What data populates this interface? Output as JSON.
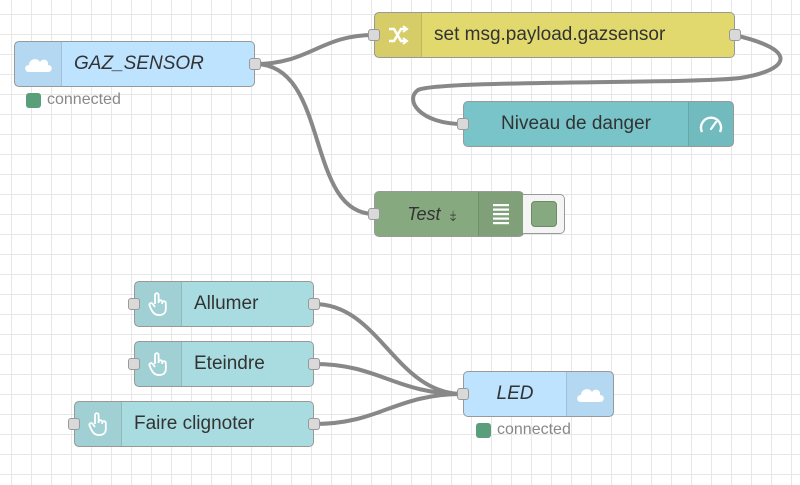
{
  "colors": {
    "azure": "#bee3ff",
    "function": "#e2d96e",
    "dashboard": "#78c4c9",
    "debug": "#87a980",
    "inject": "#a9dce0",
    "wire": "#888888",
    "status_ok": "#5a9e7c"
  },
  "nodes": {
    "gaz_sensor": {
      "label": "GAZ_SENSOR",
      "icon": "cloud-icon",
      "status": "connected"
    },
    "change": {
      "label": "set msg.payload.gazsensor",
      "icon": "shuffle-icon"
    },
    "gauge": {
      "label": "Niveau de danger",
      "icon": "gauge-icon"
    },
    "debug": {
      "label": "Test",
      "icon": "list-icon",
      "sub_icon": "debug-arrow-icon"
    },
    "allumer": {
      "label": "Allumer",
      "icon": "hand-pointer-icon"
    },
    "eteindre": {
      "label": "Eteindre",
      "icon": "hand-pointer-icon"
    },
    "clignoter": {
      "label": "Faire clignoter",
      "icon": "hand-pointer-icon"
    },
    "led": {
      "label": "LED",
      "icon": "cloud-icon",
      "status": "connected"
    }
  },
  "debug_arrow_glyph": "⤈"
}
